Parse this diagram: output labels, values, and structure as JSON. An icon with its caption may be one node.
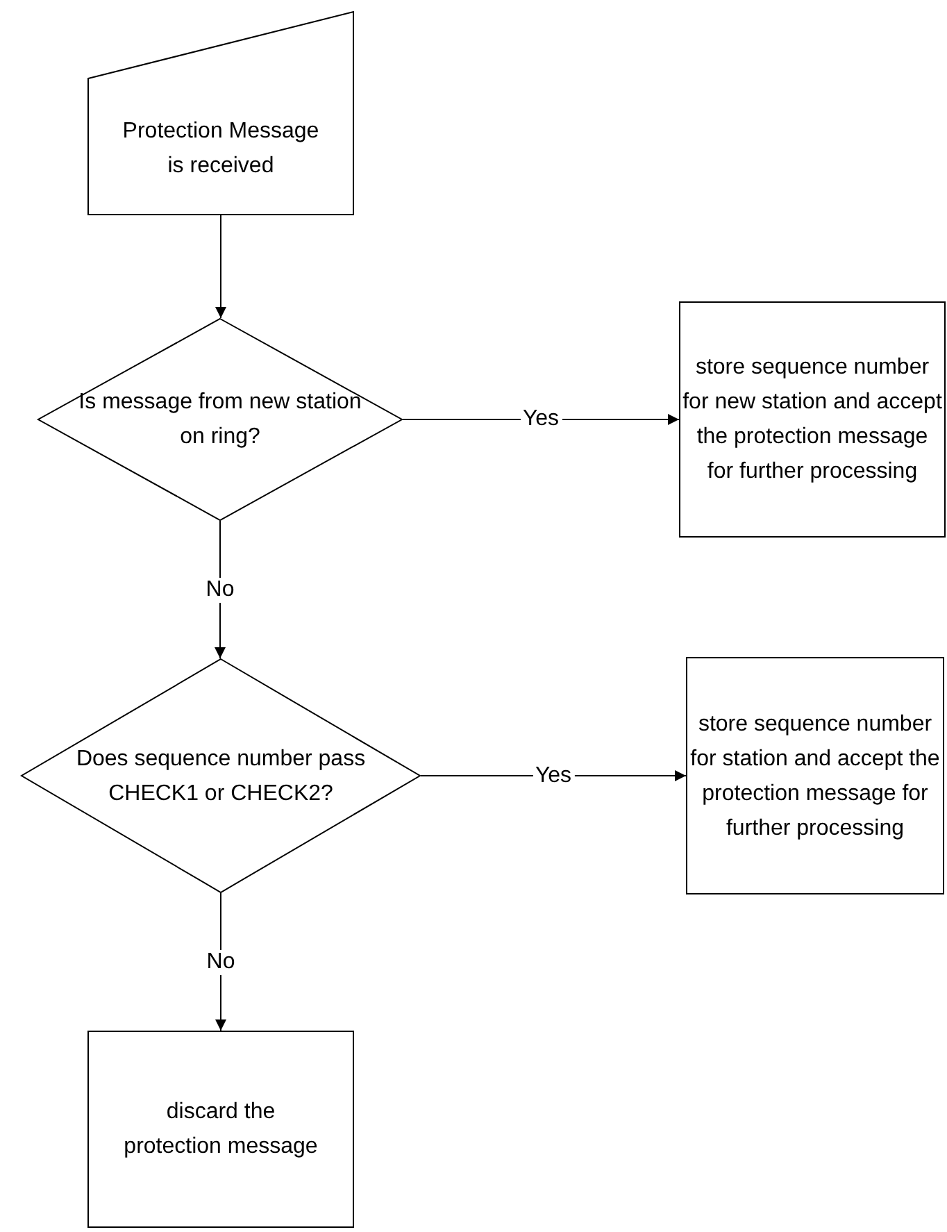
{
  "diagram": {
    "nodes": [
      {
        "text": [
          "Protection Message is received"
        ]
      },
      {
        "text": [
          "Is message from new station on ring?"
        ]
      },
      {
        "text": [
          "store sequence number for new station and accept the protection message for further processing"
        ]
      },
      {
        "text": [
          "Does sequence number pass CHECK1 or CHECK2?"
        ]
      },
      {
        "text": [
          "store sequence number for station and accept the protection message for further processing"
        ]
      },
      {
        "text": [
          "discard the protection message"
        ]
      }
    ],
    "edges": [
      {
        "from": 0,
        "to": 1,
        "arrow": "to"
      },
      {
        "from": 1,
        "to": 2,
        "arrow": "to",
        "label": "Yes"
      },
      {
        "from": 1,
        "to": 3,
        "arrow": "to",
        "label": "No"
      },
      {
        "from": 3,
        "to": 4,
        "arrow": "to",
        "label": "Yes"
      },
      {
        "from": 3,
        "to": 5,
        "arrow": "to",
        "label": "No"
      }
    ]
  }
}
